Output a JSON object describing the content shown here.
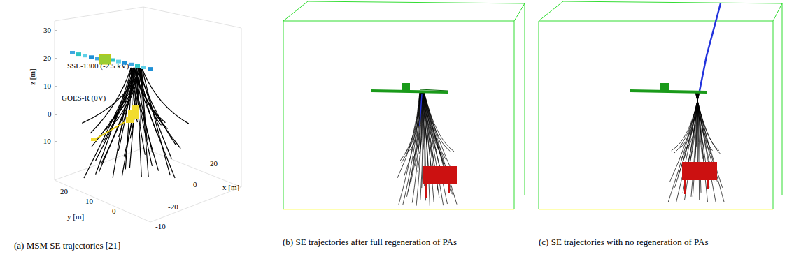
{
  "diagram": {
    "labels": [
      "SSL-1300 (-2.5 kV)",
      "GOES-R (0V)",
      "z [m]",
      "30",
      "20",
      "10",
      "0",
      "-10",
      "y [m]",
      "20",
      "10",
      "0",
      "-10",
      "x [m]",
      "20",
      "0",
      "-20",
      "(a) MSM SE trajectories [21]",
      "(b) SE trajectories after full regeneration of PAs",
      "(c) SE trajectories with no regeneration of PAs"
    ]
  }
}
